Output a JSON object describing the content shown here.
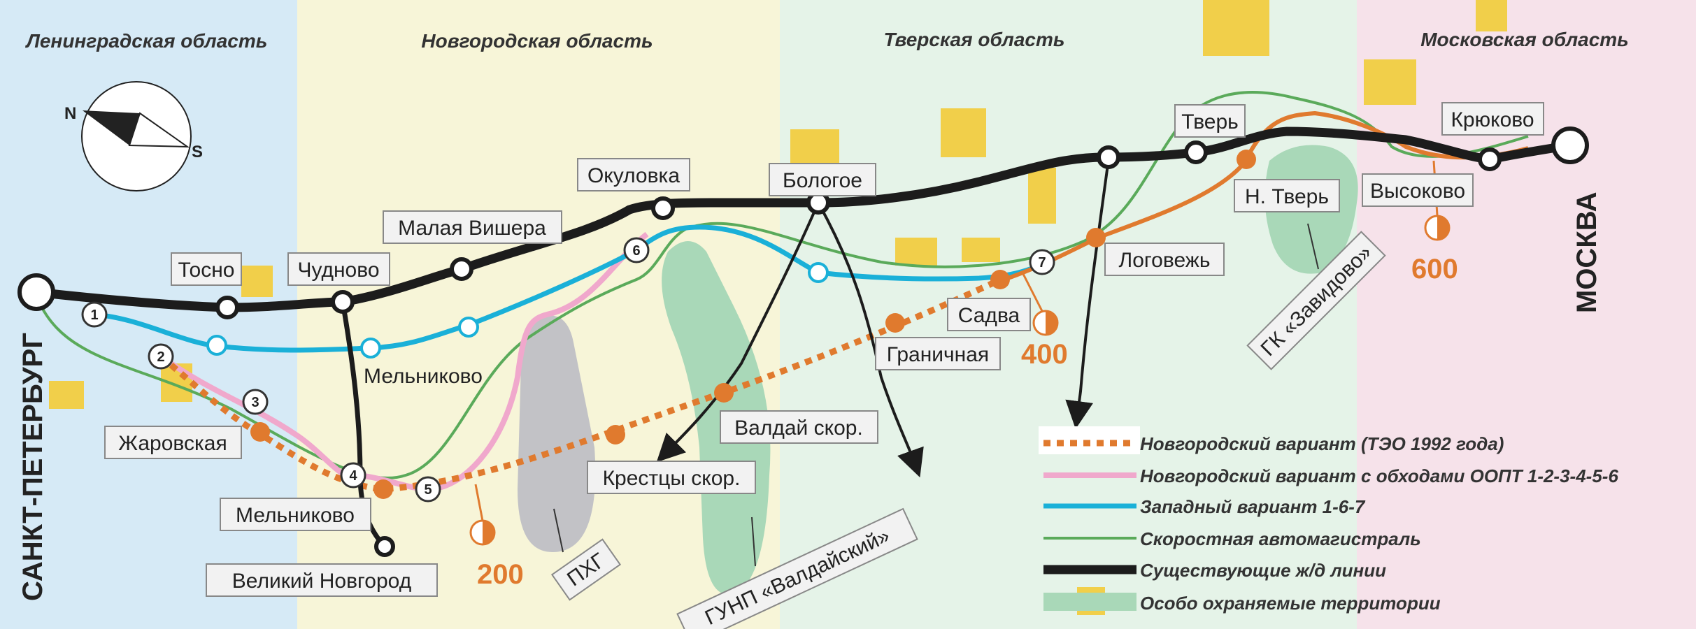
{
  "regions": [
    {
      "name": "Ленинградская область",
      "color": "#d6eaf6"
    },
    {
      "name": "Новгородская область",
      "color": "#f7f5d8"
    },
    {
      "name": "Тверская область",
      "color": "#e5f3e8"
    },
    {
      "name": "Московская область",
      "color": "#f6e2ea"
    }
  ],
  "cities": {
    "start": "САНКТ-ПЕТЕРБУРГ",
    "end": "МОСКВА"
  },
  "compass": {
    "north": "N",
    "south": "S"
  },
  "stations": {
    "tosno": "Тосно",
    "chudovo": "Чудново",
    "malaya_vishera": "Малая Вишера",
    "okulovka": "Окуловка",
    "bologoe": "Бологое",
    "tver": "Тверь",
    "kryukovo": "Крюково",
    "n_tver": "Н. Тверь",
    "vysokovo": "Высоково",
    "logovezh": "Логовежь",
    "sadva": "Садва",
    "granichnaya": "Граничная",
    "valday": "Валдай скор.",
    "kresttsy": "Крестцы скор.",
    "melnikovo_map": "Мельниково",
    "melnikovo": "Мельниково",
    "zharovskaya": "Жаровская",
    "veliky_novgorod": "Великий Новгород",
    "phg": "ПХГ",
    "gunp": "ГУНП «Валдайский»",
    "zavidovo": "ГК «Завидово»"
  },
  "km_markers": [
    "200",
    "400",
    "600"
  ],
  "waypoints": [
    "1",
    "2",
    "3",
    "4",
    "5",
    "6",
    "7"
  ],
  "legend": [
    {
      "label": "Новгородский вариант (ТЭО 1992 года)",
      "color": "#e07a2e",
      "style": "dotted"
    },
    {
      "label": "Новгородский вариант с обходами ООПТ 1-2-3-4-5-6",
      "color": "#f0a8cc",
      "style": "solid"
    },
    {
      "label": "Западный вариант 1-6-7",
      "color": "#1ab0d8",
      "style": "solid"
    },
    {
      "label": "Скоростная автомагистраль",
      "color": "#5aaa5a",
      "style": "thin"
    },
    {
      "label": "Существующие ж/д линии",
      "color": "#1c1c1c",
      "style": "thick"
    },
    {
      "label": "Особо охраняемые территории",
      "color": "#a9d8b8",
      "style": "area"
    }
  ]
}
